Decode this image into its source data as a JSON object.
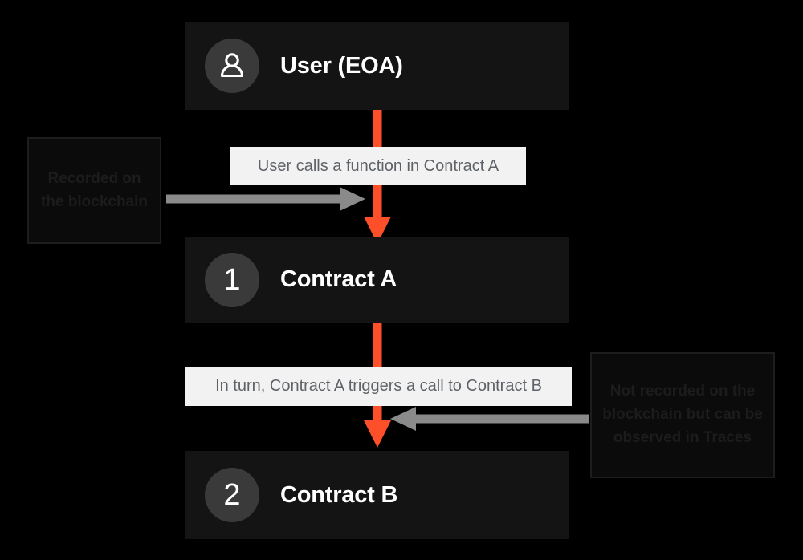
{
  "diagram": {
    "title": "Smart contract call flow",
    "background_color": "#000000",
    "accent_color": "#fc4f2a",
    "node_color": "#141414",
    "badge_color": "#3a3a3a",
    "caption_bg": "#f2f2f2",
    "caption_text_color": "#5f6368",
    "gray_arrow_color": "#8a8a8a"
  },
  "nodes": [
    {
      "id": "user",
      "badge": "person-icon",
      "label": "User (EOA)"
    },
    {
      "id": "contract_a",
      "badge": "1",
      "label": "Contract A"
    },
    {
      "id": "contract_b",
      "badge": "2",
      "label": "Contract B"
    }
  ],
  "captions": [
    {
      "id": "caption_1",
      "text": "User calls a function in Contract A"
    },
    {
      "id": "caption_2",
      "text": "In turn, Contract A triggers a call to Contract B"
    }
  ],
  "annotations": [
    {
      "id": "annotation_left",
      "text": "Recorded on the blockchain"
    },
    {
      "id": "annotation_right",
      "text": "Not recorded on the blockchain but can be observed in Traces"
    }
  ],
  "arrows": [
    {
      "id": "arrow_user_to_a",
      "color": "#fc4f2a",
      "direction": "down"
    },
    {
      "id": "arrow_a_to_b",
      "color": "#fc4f2a",
      "direction": "down"
    },
    {
      "id": "arrow_annotation_left",
      "color": "#8a8a8a",
      "direction": "right"
    },
    {
      "id": "arrow_annotation_right",
      "color": "#8a8a8a",
      "direction": "left"
    }
  ]
}
